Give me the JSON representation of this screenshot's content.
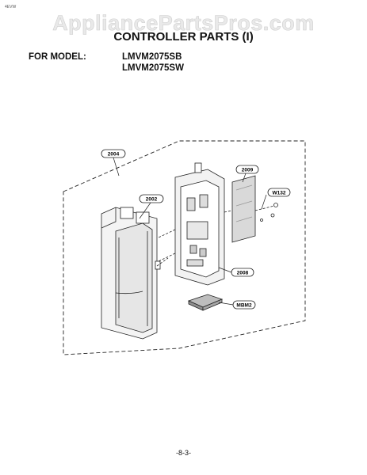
{
  "header": {
    "corner_code": "4EVW",
    "watermark": "AppliancePartsPros.com",
    "title": "CONTROLLER PARTS (I)"
  },
  "models": {
    "label": "FOR MODEL:",
    "items": [
      "LMVM2075SB",
      "LMVM2075SW"
    ]
  },
  "callouts": {
    "c2004": "2004",
    "c2002": "2002",
    "c2009": "2009",
    "cW132": "W132",
    "c2008": "2008",
    "cMBM2": "MBM2"
  },
  "footer": {
    "page": "-8-3-"
  }
}
